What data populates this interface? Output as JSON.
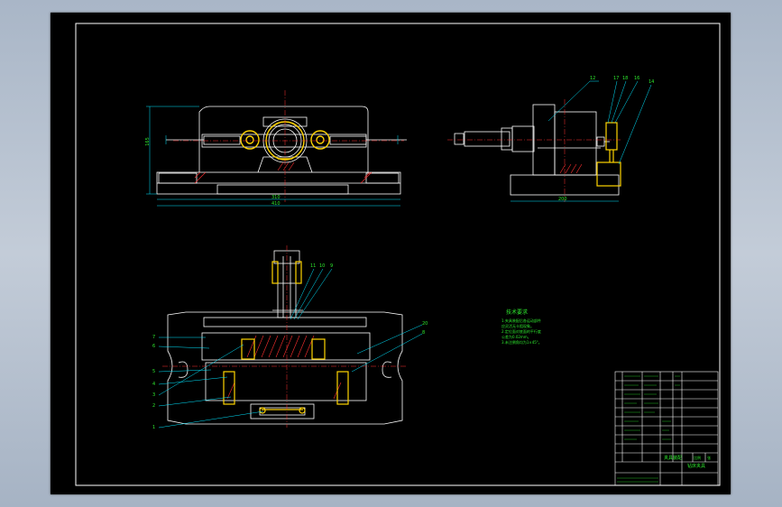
{
  "colors": {
    "background": "#000000",
    "frame": "#ffffff",
    "part_outline": "#ffffff",
    "hatch": "#ff3030",
    "dimension": "#00e5ff",
    "center_line": "#ff3030",
    "bolt": "#ffd400",
    "text": "#2ee82e"
  },
  "tech_requirements": {
    "title": "技术要求",
    "lines": [
      "1.夹具装配后各运动部件",
      "  应灵活无卡阻现象。",
      "2.定位面对底面的平行度",
      "  公差为0.02mm。",
      "3.未注倒角均为1×45°。"
    ]
  },
  "title_block": {
    "part_name": "夹具装配",
    "drawing_title": "钻床夹具",
    "scale_label": "比例",
    "sheet_label": "张"
  },
  "dimension_labels": {
    "front_width": "310",
    "front_overall": "410",
    "front_height": "165",
    "side_width": "200"
  },
  "balloons_side": [
    "12",
    "17",
    "18",
    "16",
    "14"
  ],
  "balloons_plan_top": [
    "11",
    "10",
    "9"
  ],
  "balloons_plan_left": [
    "7",
    "6",
    "5",
    "4",
    "3",
    "2",
    "1"
  ],
  "balloons_plan_right": [
    "20",
    "8"
  ]
}
